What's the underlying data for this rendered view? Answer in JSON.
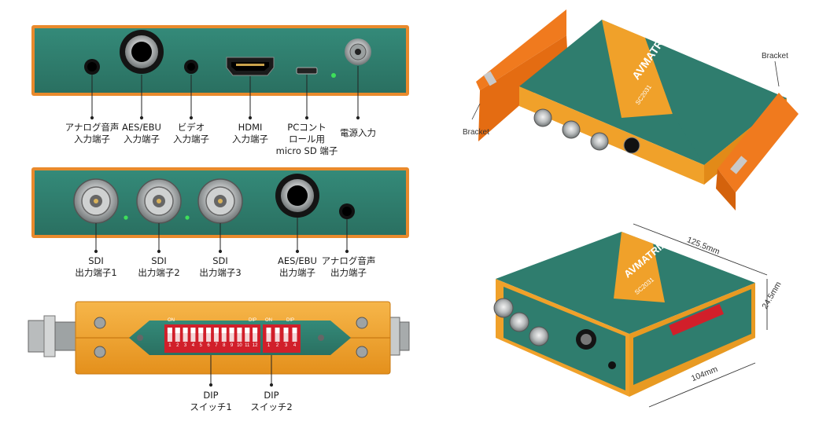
{
  "panel_front": {
    "labels": [
      [
        "アナログ音声",
        "入力端子"
      ],
      [
        "AES/EBU",
        "入力端子"
      ],
      [
        "ビデオ",
        "入力端子"
      ],
      [
        "HDMI",
        "入力端子"
      ],
      [
        "PCコント",
        "ロール用",
        "micro SD 端子"
      ],
      [
        "電源入力"
      ]
    ]
  },
  "panel_rear": {
    "labels": [
      [
        "SDI",
        "出力端子1"
      ],
      [
        "SDI",
        "出力端子2"
      ],
      [
        "SDI",
        "出力端子3"
      ],
      [
        "AES/EBU",
        "出力端子"
      ],
      [
        "アナログ音声",
        "出力端子"
      ]
    ]
  },
  "panel_dip": {
    "switch1": {
      "on": "ON",
      "dip": "DIP",
      "numbers": [
        "1",
        "2",
        "3",
        "4",
        "5",
        "6",
        "7",
        "8",
        "9",
        "10",
        "11",
        "12"
      ]
    },
    "switch2": {
      "on": "ON",
      "dip": "DIP",
      "numbers": [
        "1",
        "2",
        "3",
        "4"
      ]
    },
    "labels": [
      [
        "DIP",
        "スイッチ1"
      ],
      [
        "DIP",
        "スイッチ2"
      ]
    ]
  },
  "product": {
    "brand": "AVMATRIX",
    "model": "SC2031",
    "bracket_left": "Bracket",
    "bracket_right": "Bracket",
    "dim_length": "125.5mm",
    "dim_height": "24.5mm",
    "dim_width": "104mm"
  },
  "colors": {
    "teal": "#2f7d6e",
    "orange": "#f0a12a",
    "bracket_orange": "#f07a1e",
    "led_green": "#3ee05a"
  }
}
